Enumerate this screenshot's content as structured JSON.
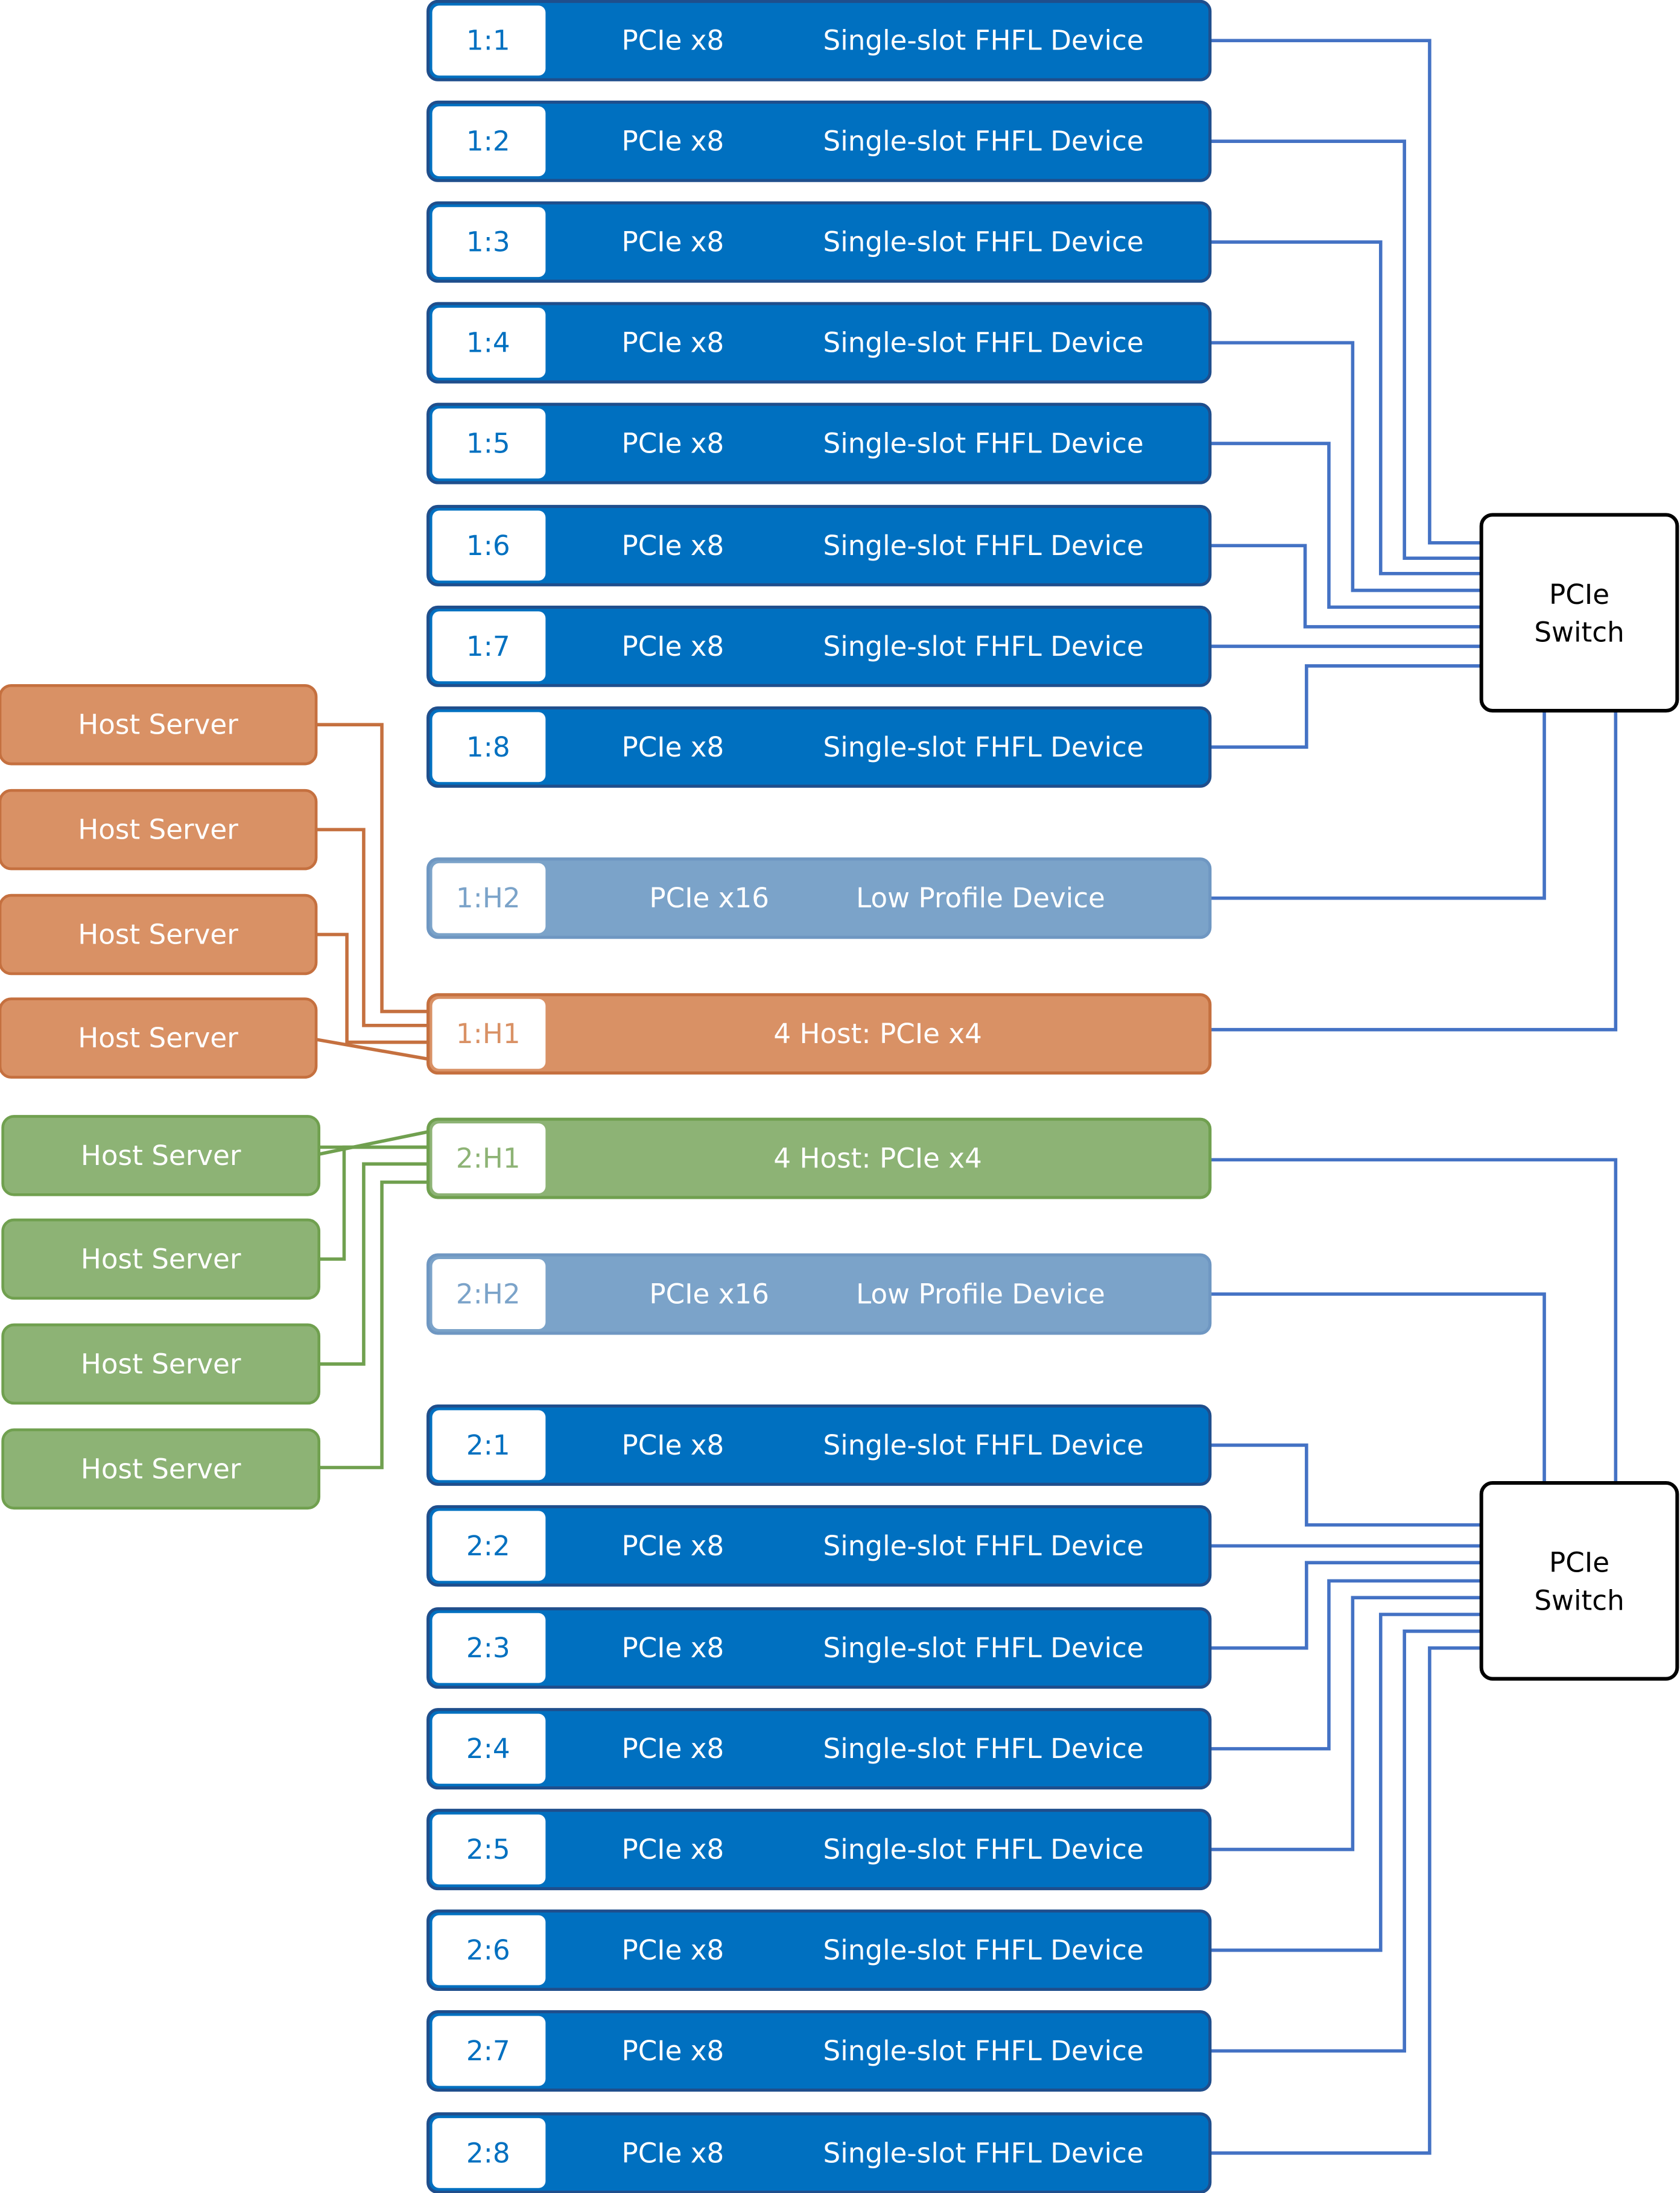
{
  "colors": {
    "device_blue": "#0070C0",
    "device_blue_border": "#1F4E8C",
    "low_profile": "#7BA3C9",
    "low_profile_border": "#6F97C2",
    "host1": "#D99165",
    "host1_border": "#C5703F",
    "host2": "#8DB375",
    "host2_border": "#70A04F",
    "wire_blue": "#4472C4",
    "switch_border": "#000000"
  },
  "switches": [
    {
      "label_line1": "PCIe",
      "label_line2": "Switch"
    },
    {
      "label_line1": "PCIe",
      "label_line2": "Switch"
    }
  ],
  "group1": {
    "devices": [
      {
        "slot": "1:1",
        "iface": "PCIe x8",
        "device": "Single-slot FHFL Device"
      },
      {
        "slot": "1:2",
        "iface": "PCIe x8",
        "device": "Single-slot FHFL Device"
      },
      {
        "slot": "1:3",
        "iface": "PCIe x8",
        "device": "Single-slot FHFL Device"
      },
      {
        "slot": "1:4",
        "iface": "PCIe x8",
        "device": "Single-slot FHFL Device"
      },
      {
        "slot": "1:5",
        "iface": "PCIe x8",
        "device": "Single-slot FHFL Device"
      },
      {
        "slot": "1:6",
        "iface": "PCIe x8",
        "device": "Single-slot FHFL Device"
      },
      {
        "slot": "1:7",
        "iface": "PCIe x8",
        "device": "Single-slot FHFL Device"
      },
      {
        "slot": "1:8",
        "iface": "PCIe x8",
        "device": "Single-slot FHFL Device"
      }
    ],
    "low_profile": {
      "slot": "1:H2",
      "iface": "PCIe x16",
      "device": "Low Profile Device"
    },
    "host_bar": {
      "slot": "1:H1",
      "label": "4 Host: PCIe x4"
    },
    "hosts": [
      "Host Server",
      "Host Server",
      "Host Server",
      "Host Server"
    ]
  },
  "group2": {
    "host_bar": {
      "slot": "2:H1",
      "label": "4 Host: PCIe x4"
    },
    "hosts": [
      "Host Server",
      "Host Server",
      "Host Server",
      "Host Server"
    ],
    "low_profile": {
      "slot": "2:H2",
      "iface": "PCIe x16",
      "device": "Low Profile Device"
    },
    "devices": [
      {
        "slot": "2:1",
        "iface": "PCIe x8",
        "device": "Single-slot FHFL Device"
      },
      {
        "slot": "2:2",
        "iface": "PCIe x8",
        "device": "Single-slot FHFL Device"
      },
      {
        "slot": "2:3",
        "iface": "PCIe x8",
        "device": "Single-slot FHFL Device"
      },
      {
        "slot": "2:4",
        "iface": "PCIe x8",
        "device": "Single-slot FHFL Device"
      },
      {
        "slot": "2:5",
        "iface": "PCIe x8",
        "device": "Single-slot FHFL Device"
      },
      {
        "slot": "2:6",
        "iface": "PCIe x8",
        "device": "Single-slot FHFL Device"
      },
      {
        "slot": "2:7",
        "iface": "PCIe x8",
        "device": "Single-slot FHFL Device"
      },
      {
        "slot": "2:8",
        "iface": "PCIe x8",
        "device": "Single-slot FHFL Device"
      }
    ]
  }
}
